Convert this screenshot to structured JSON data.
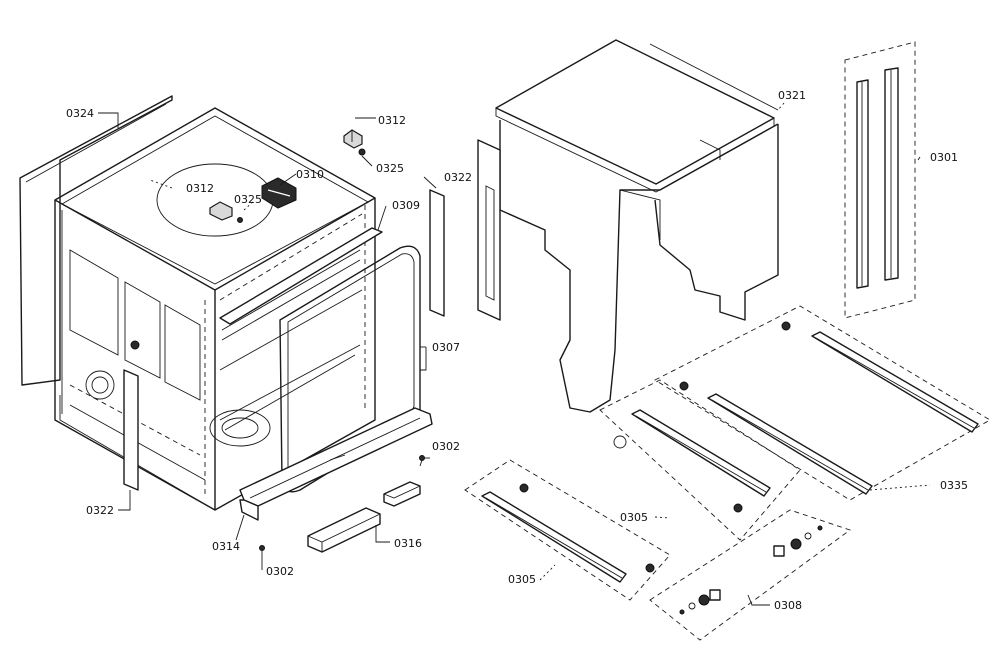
{
  "labels": {
    "l0324": "0324",
    "l0312a": "0312",
    "l0312b": "0312",
    "l0325a": "0325",
    "l0325b": "0325",
    "l0310": "0310",
    "l0309": "0309",
    "l0322a": "0322",
    "l0322b": "0322",
    "l0307": "0307",
    "l0302a": "0302",
    "l0302b": "0302",
    "l0314": "0314",
    "l0316": "0316",
    "l0321": "0321",
    "l0301": "0301",
    "l0335": "0335",
    "l0305a": "0305",
    "l0305b": "0305",
    "l0308": "0308"
  }
}
